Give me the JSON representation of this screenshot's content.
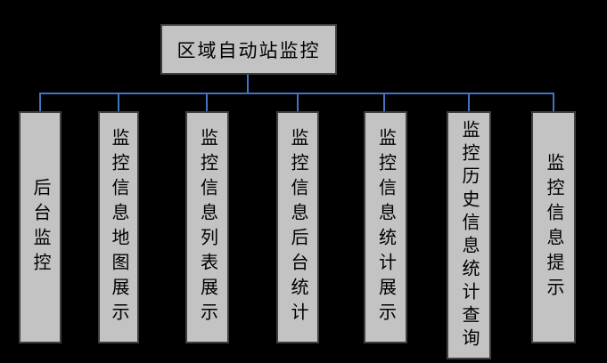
{
  "diagram": {
    "root": {
      "label": "区域自动站监控"
    },
    "children": [
      {
        "label": "后台监控"
      },
      {
        "label": "监控信息地图展示"
      },
      {
        "label": "监控信息列表展示"
      },
      {
        "label": "监控信息后台统计"
      },
      {
        "label": "监控信息统计展示"
      },
      {
        "label": "监控历史信息统计查询"
      },
      {
        "label": "监控信息提示"
      }
    ],
    "colors": {
      "background": "#000000",
      "node_fill": "#c3c3c3",
      "node_border": "#3f3f3f",
      "connector": "#4472c4",
      "text": "#000000"
    }
  }
}
